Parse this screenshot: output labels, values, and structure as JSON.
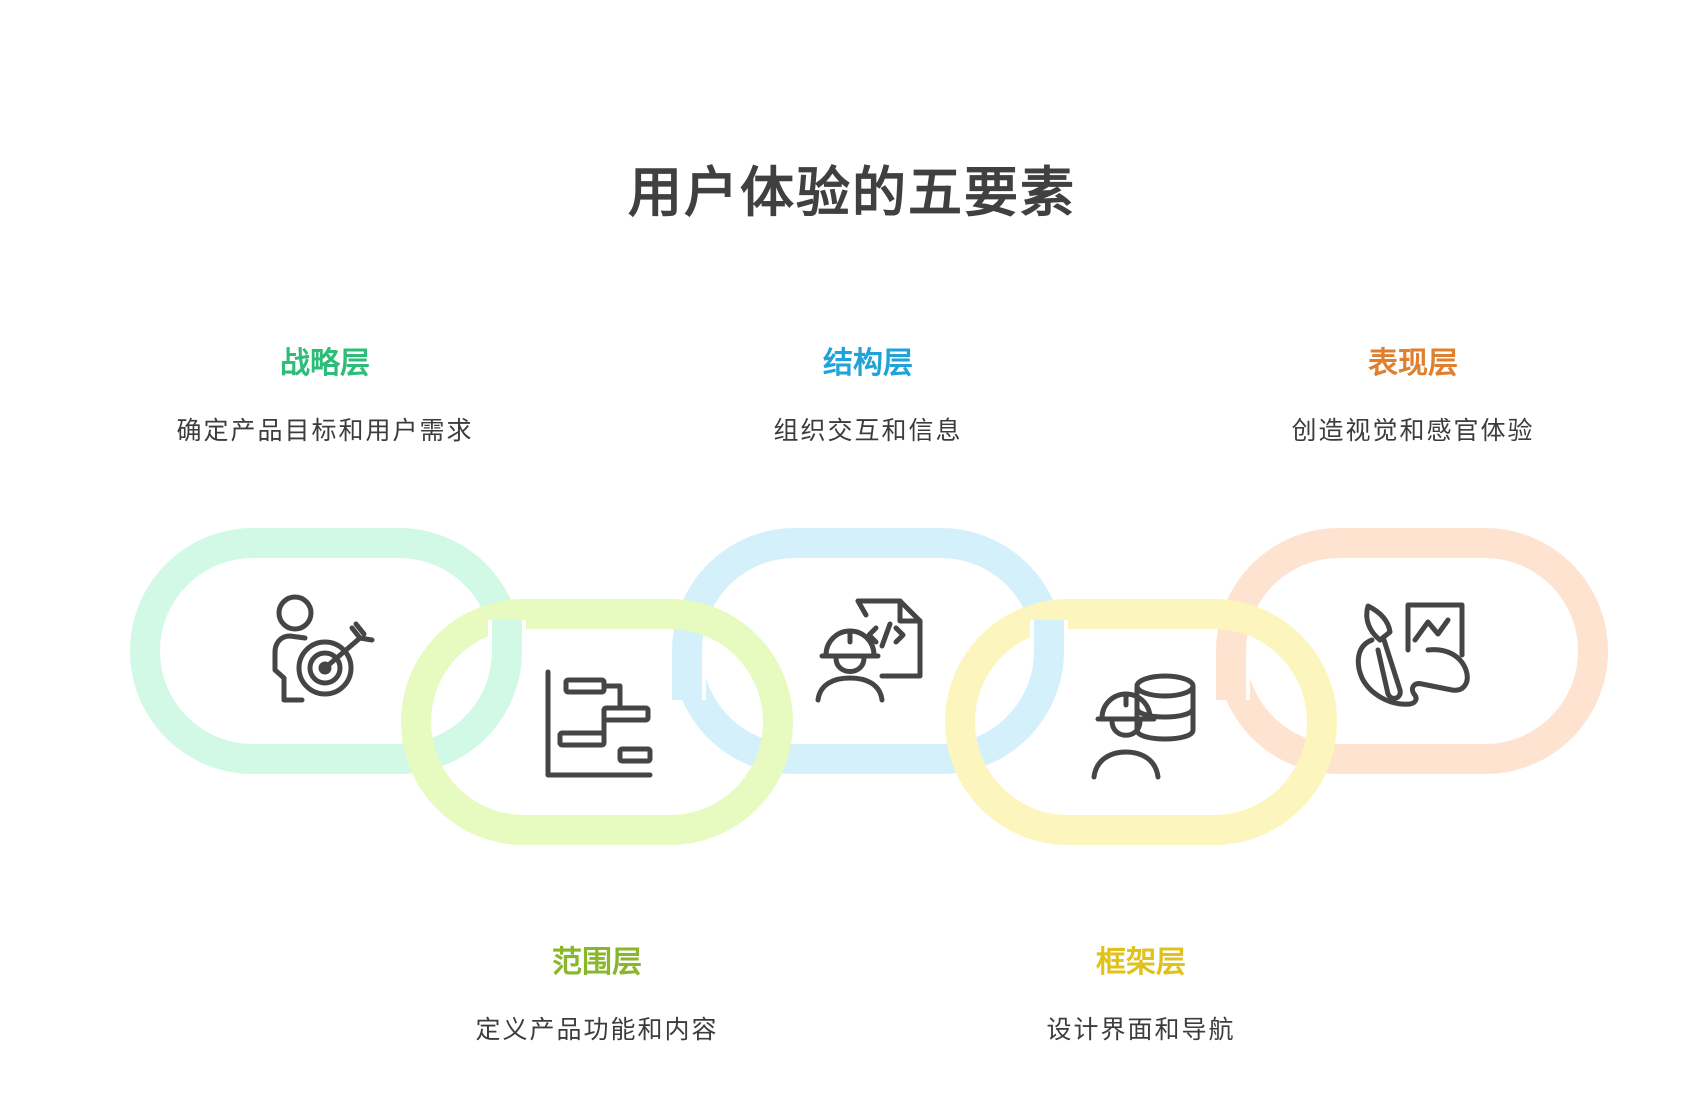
{
  "title": "用户体验的五要素",
  "colors": {
    "strategy": "#2dbd78",
    "scope": "#8ab62a",
    "structure": "#1fa3d8",
    "skeleton": "#e0c21a",
    "surface": "#e07f2e",
    "icon": "#454545"
  },
  "layers": [
    {
      "name": "战略层",
      "desc": "确定产品目标和用户需求",
      "icon": "person-target-icon"
    },
    {
      "name": "范围层",
      "desc": "定义产品功能和内容",
      "icon": "gantt-chart-icon"
    },
    {
      "name": "结构层",
      "desc": "组织交互和信息",
      "icon": "developer-code-icon"
    },
    {
      "name": "框架层",
      "desc": "设计界面和导航",
      "icon": "engineer-database-icon"
    },
    {
      "name": "表现层",
      "desc": "创造视觉和感官体验",
      "icon": "paintbrush-palette-icon"
    }
  ]
}
